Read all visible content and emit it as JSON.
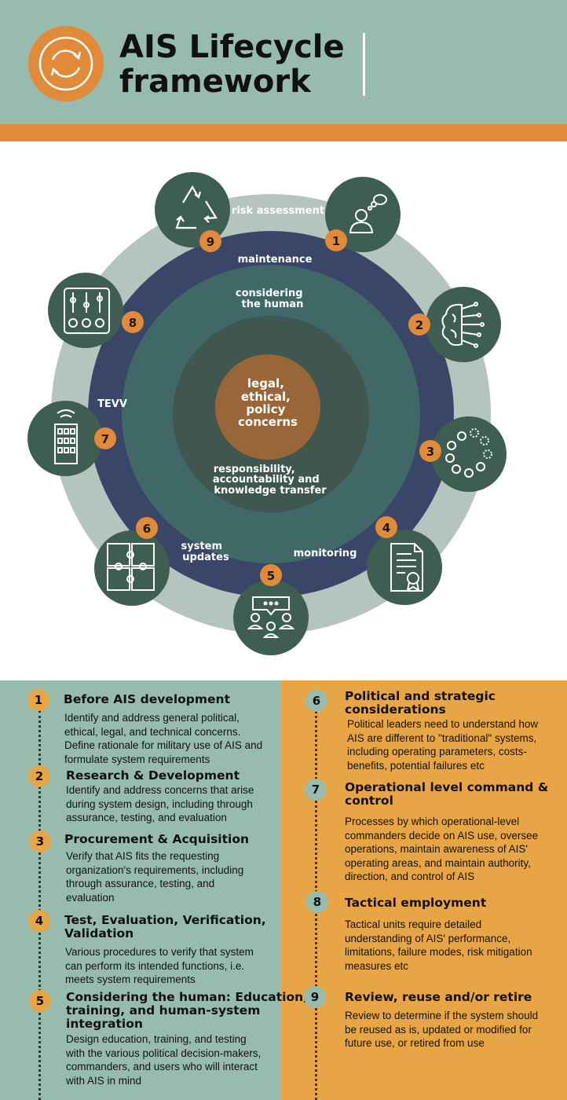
{
  "header": {
    "title": "AIS Lifecycle framework",
    "logo_icon": "cycle-arrows-icon",
    "colors": {
      "background": "#97bbad",
      "accent": "#e08a3a"
    }
  },
  "diagram": {
    "center_text": "legal, ethical, policy concerns",
    "rings": {
      "outer": "risk assessment",
      "blue_top": "maintenance",
      "blue_left": "TEVV",
      "blue_bottom_left": "system updates",
      "blue_bottom_right": "monitoring",
      "teal_top": "considering the human",
      "teal_bottom": "responsibility, accountability and knowledge transfer"
    },
    "nodes": [
      {
        "num": "1",
        "icon": "person-thinking-icon"
      },
      {
        "num": "2",
        "icon": "brain-circuit-icon"
      },
      {
        "num": "3",
        "icon": "circle-process-icon"
      },
      {
        "num": "4",
        "icon": "certificate-document-icon"
      },
      {
        "num": "5",
        "icon": "group-discussion-icon"
      },
      {
        "num": "6",
        "icon": "puzzle-icon"
      },
      {
        "num": "7",
        "icon": "smart-building-icon"
      },
      {
        "num": "8",
        "icon": "control-panel-icon"
      },
      {
        "num": "9",
        "icon": "recycle-icon"
      }
    ],
    "colors": {
      "outer": "#b5c4bc",
      "blue": "#3a4668",
      "teal": "#3f6866",
      "inner": "#40574f",
      "core": "#9a6638",
      "node": "#3f5e52",
      "badge": "#e08a3a"
    }
  },
  "steps": [
    {
      "num": "1",
      "title": "Before AIS development",
      "text": [
        "Identify and address general political,",
        "ethical, legal, and technical concerns.",
        "Define rationale for military use of AIS and",
        "formulate system requirements"
      ]
    },
    {
      "num": "2",
      "title": "Research & Development",
      "text": [
        "Identify and address concerns that arise",
        "during system design, including through",
        "assurance, testing, and evaluation"
      ]
    },
    {
      "num": "3",
      "title": "Procurement & Acquisition",
      "text": [
        "Verify that AIS fits the requesting",
        "organization's requirements, including",
        "through assurance, testing, and",
        "evaluation"
      ]
    },
    {
      "num": "4",
      "title": [
        "Test, Evaluation, Verification,",
        "Validation"
      ],
      "text": [
        "Various procedures to verify that system",
        "can perform its intended functions, i.e.",
        "meets system requirements"
      ]
    },
    {
      "num": "5",
      "title": [
        "Considering the human: Education,",
        "training, and human-system",
        "integration"
      ],
      "text": [
        "Design education, training, and testing",
        "with the various political decision-makers,",
        "commanders, and users who will interact",
        "with AIS in mind"
      ]
    },
    {
      "num": "6",
      "title": [
        "Political and strategic",
        "considerations"
      ],
      "text": [
        "Political leaders need to understand how",
        "AIS are different to \"traditional\" systems,",
        "including operating parameters, costs-",
        "benefits, potential failures etc"
      ]
    },
    {
      "num": "7",
      "title": [
        "Operational level command &",
        "control"
      ],
      "text": [
        "Processes by which operational-level",
        "commanders decide on AIS use, oversee",
        "operations, maintain awareness of AIS'",
        "operating areas, and maintain authority,",
        "direction, and control of AIS"
      ]
    },
    {
      "num": "8",
      "title": "Tactical employment",
      "text": [
        "Tactical units require detailed",
        "understanding of AIS' performance,",
        "limitations, failure modes, risk mitigation",
        "measures etc"
      ]
    },
    {
      "num": "9",
      "title": "Review, reuse and/or retire",
      "text": [
        "Review to determine if the system should",
        "be reused as is, updated or modified for",
        "future use, or retired from use"
      ]
    }
  ]
}
